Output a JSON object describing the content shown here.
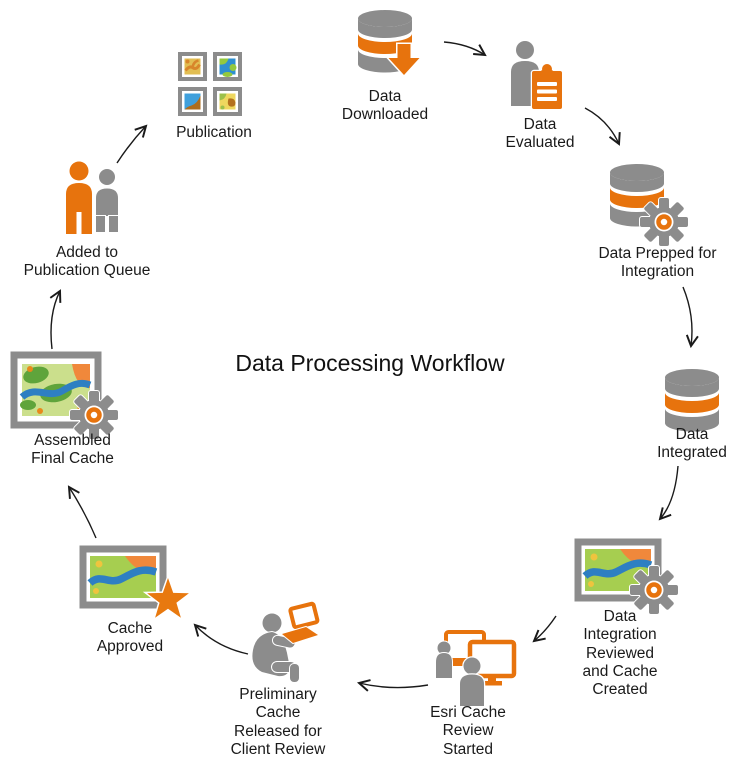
{
  "title": "Data Processing Workflow",
  "colors": {
    "accent_orange": "#E7730D",
    "icon_gray": "#8C8C8C",
    "map_green": "#A6CE50",
    "river_blue": "#2E7FC2",
    "dot_yellow": "#EFC43E",
    "arrow_black": "#1A1A1A"
  },
  "nodes": [
    {
      "id": "data-downloaded",
      "label": "Data\nDownloaded",
      "icon": "database-download-icon"
    },
    {
      "id": "data-evaluated",
      "label": "Data\nEvaluated",
      "icon": "person-clipboard-icon"
    },
    {
      "id": "data-prepped-for-integration",
      "label": "Data Prepped for\nIntegration",
      "icon": "database-gear-icon"
    },
    {
      "id": "data-integrated",
      "label": "Data\nIntegrated",
      "icon": "database-icon"
    },
    {
      "id": "data-integration-reviewed",
      "label": "Data\nIntegration\nReviewed\nand Cache\nCreated",
      "icon": "map-gear-icon"
    },
    {
      "id": "esri-cache-review-started",
      "label": "Esri Cache\nReview\nStarted",
      "icon": "review-monitors-icon"
    },
    {
      "id": "preliminary-cache-released",
      "label": "Preliminary\nCache\nReleased for\nClient Review",
      "icon": "person-laptop-icon"
    },
    {
      "id": "cache-approved",
      "label": "Cache\nApproved",
      "icon": "map-star-icon"
    },
    {
      "id": "assembled-final-cache",
      "label": "Assembled\nFinal Cache",
      "icon": "map-gear-icon"
    },
    {
      "id": "added-to-publication-queue",
      "label": "Added to\nPublication Queue",
      "icon": "two-people-icon"
    },
    {
      "id": "publication",
      "label": "Publication",
      "icon": "map-tiles-icon"
    }
  ],
  "arrows": [
    {
      "from": "data-downloaded",
      "to": "data-evaluated"
    },
    {
      "from": "data-evaluated",
      "to": "data-prepped-for-integration"
    },
    {
      "from": "data-prepped-for-integration",
      "to": "data-integrated"
    },
    {
      "from": "data-integrated",
      "to": "data-integration-reviewed"
    },
    {
      "from": "data-integration-reviewed",
      "to": "esri-cache-review-started"
    },
    {
      "from": "esri-cache-review-started",
      "to": "preliminary-cache-released"
    },
    {
      "from": "preliminary-cache-released",
      "to": "cache-approved"
    },
    {
      "from": "cache-approved",
      "to": "assembled-final-cache"
    },
    {
      "from": "assembled-final-cache",
      "to": "added-to-publication-queue"
    },
    {
      "from": "added-to-publication-queue",
      "to": "publication"
    }
  ]
}
